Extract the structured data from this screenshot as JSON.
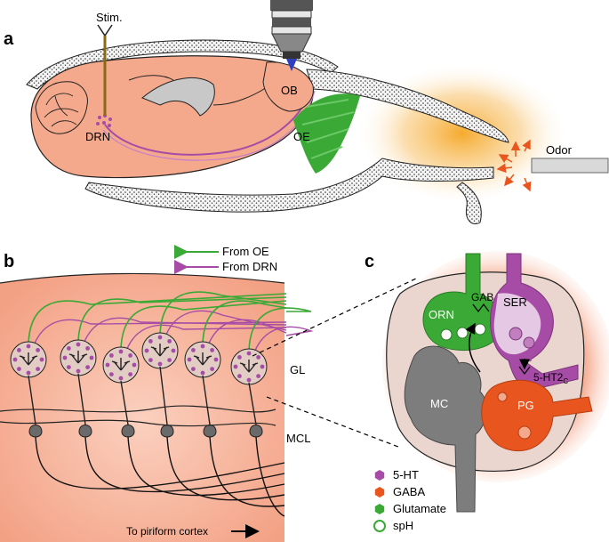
{
  "panels": {
    "a": "a",
    "b": "b",
    "c": "c"
  },
  "panel_a": {
    "stim": "Stim.",
    "drn": "DRN",
    "ob": "OB",
    "oe": "OE",
    "odor": "Odor"
  },
  "panel_b": {
    "legend": [
      {
        "label": "From OE",
        "color": "#3aa935"
      },
      {
        "label": "From DRN",
        "color": "#a64ca6"
      }
    ],
    "gl": "GL",
    "mcl": "MCL",
    "to_piriform": "To piriform cortex"
  },
  "panel_c": {
    "orn": "ORN",
    "ser": "SER",
    "gaba_b": "GABA",
    "gaba_b_sub": "B",
    "ht2c": "5-HT2",
    "ht2c_sub": "C",
    "mc": "MC",
    "pg": "PG"
  },
  "legend_c": [
    {
      "label": "5-HT",
      "color": "#a64ca6",
      "icon": "hexagon-icon"
    },
    {
      "label": "GABA",
      "color": "#e8551f",
      "icon": "hexagon-icon"
    },
    {
      "label": "Glutamate",
      "color": "#3aa935",
      "icon": "hexagon-icon"
    },
    {
      "label": "spH",
      "color": "#3aa935",
      "icon": "sph-ring-icon"
    }
  ],
  "colors": {
    "brain": "#f5a98c",
    "glow": "#f5a623",
    "green": "#3aa935",
    "purple": "#a64ca6",
    "orange": "#e8551f",
    "gray": "#7d7d7d"
  }
}
